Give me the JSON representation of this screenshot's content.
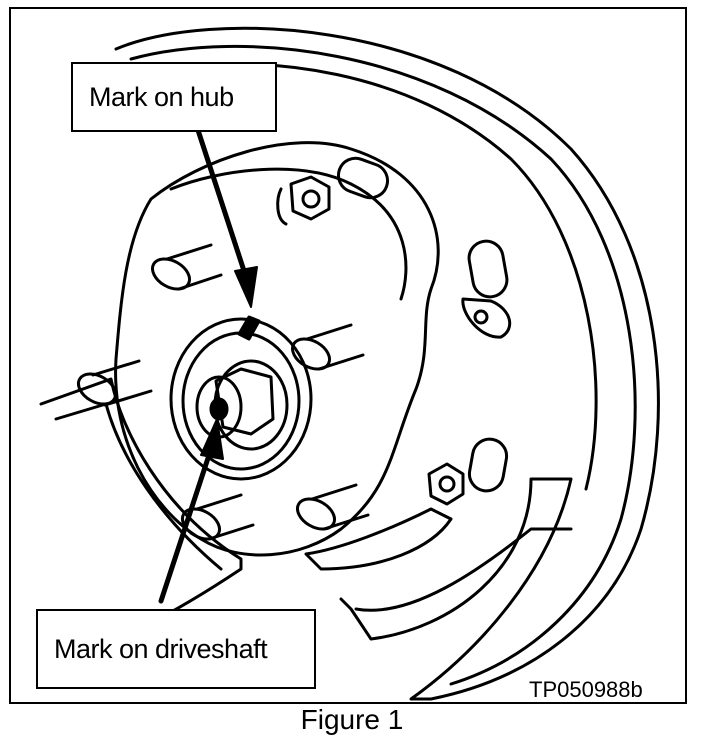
{
  "figure": {
    "caption": "Figure 1",
    "reference_code": "TP050988b",
    "callouts": {
      "hub": "Mark on hub",
      "driveshaft": "Mark on driveshaft"
    }
  }
}
